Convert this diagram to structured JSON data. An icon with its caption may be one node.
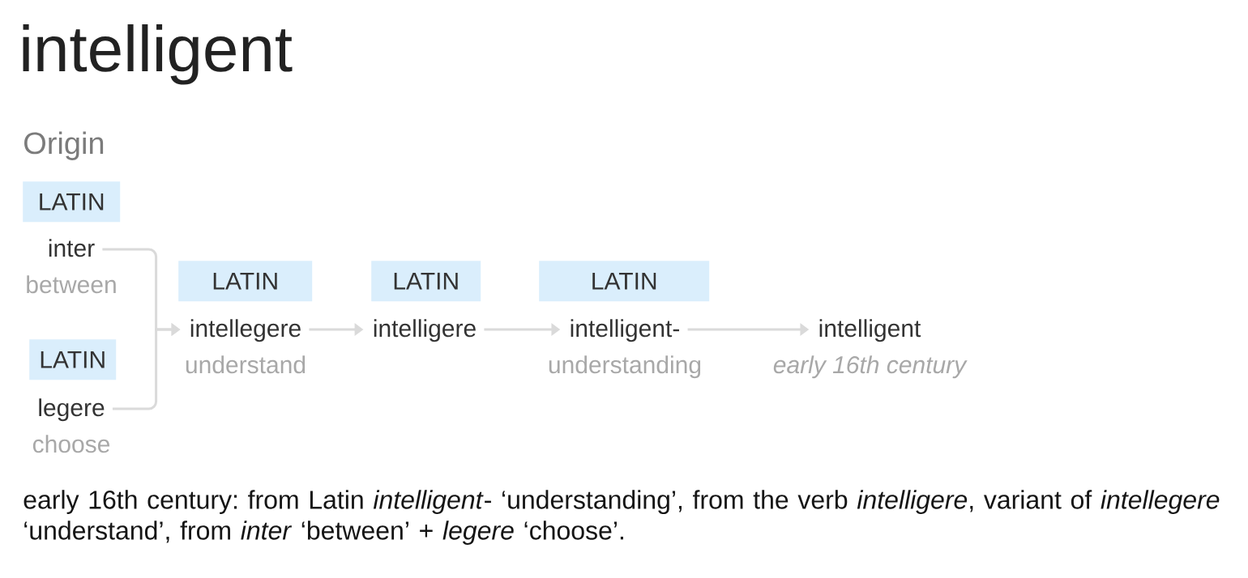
{
  "diagram": {
    "title": "intelligent",
    "nodes": [
      {
        "text": [
          "LATIN"
        ]
      },
      {
        "text": [
          "inter",
          "between"
        ]
      },
      {
        "text": [
          "LATIN"
        ]
      },
      {
        "text": [
          "legere",
          "choose"
        ]
      },
      {
        "text": [
          "LATIN"
        ]
      },
      {
        "text": [
          "intellegere",
          "understand"
        ]
      },
      {
        "text": [
          "LATIN"
        ]
      },
      {
        "text": [
          "intelligere"
        ]
      },
      {
        "text": [
          "LATIN"
        ]
      },
      {
        "text": [
          "intelligent-",
          "understanding"
        ]
      },
      {
        "text": [
          "intelligent",
          "early 16th century"
        ]
      }
    ],
    "edges": [
      {
        "from": 1,
        "to": 5,
        "arrow": "to"
      },
      {
        "from": 3,
        "to": 5,
        "arrow": "to"
      },
      {
        "from": 5,
        "to": 7,
        "arrow": "to"
      },
      {
        "from": 7,
        "to": 9,
        "arrow": "to"
      },
      {
        "from": 9,
        "to": 10,
        "arrow": "to"
      }
    ],
    "labels": [
      "Origin"
    ],
    "caption": "early 16th century: from Latin *intelligent*- ‘understanding’, from the verb *intelligere*, variant of *intellegere* ‘understand’, from *inter* ‘between’ + *legere* ‘choose’."
  }
}
